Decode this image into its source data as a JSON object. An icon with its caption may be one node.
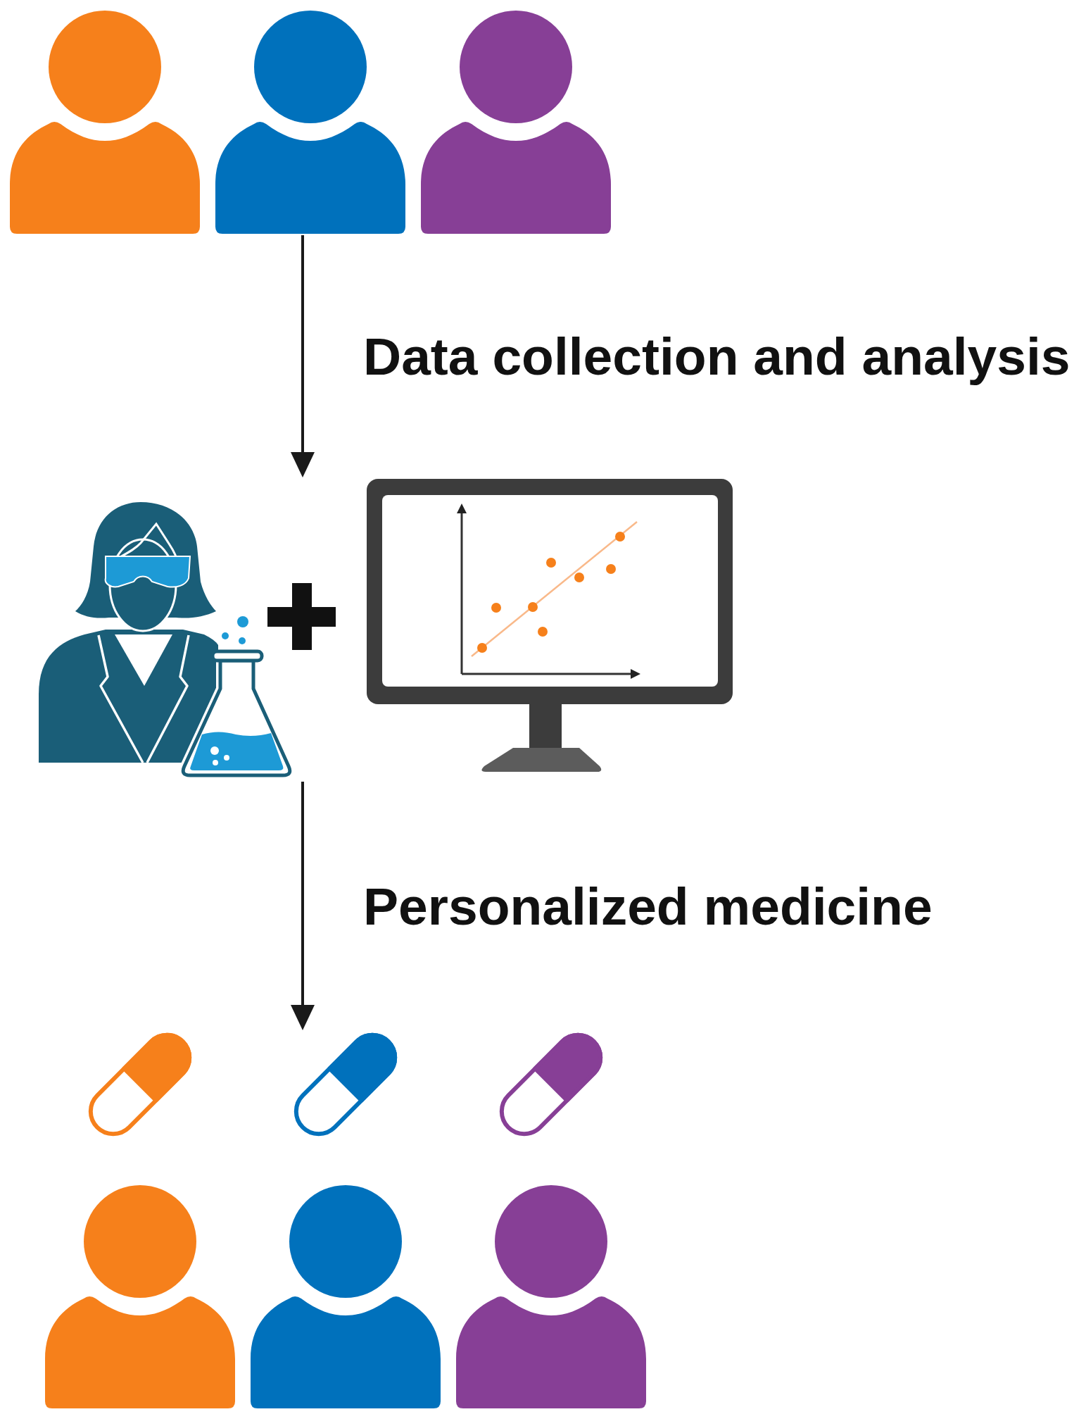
{
  "diagram": {
    "nodes": [
      {
        "text": [],
        "shape": "picture"
      },
      {
        "text": [],
        "shape": "picture"
      },
      {
        "text": [],
        "shape": "picture"
      }
    ],
    "edges": [
      {
        "from": 0,
        "to": 1,
        "arrow": "to",
        "label": "Data collection and analysis"
      },
      {
        "from": 1,
        "to": 2,
        "arrow": "to",
        "label": "Personalized medicine"
      }
    ]
  }
}
